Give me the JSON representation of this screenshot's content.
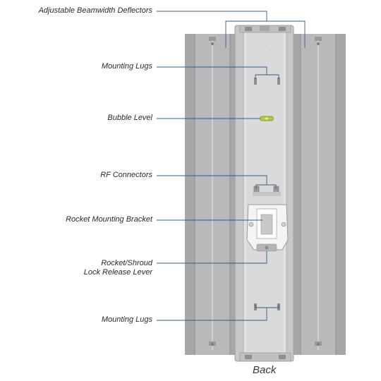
{
  "labels": {
    "deflectors": "Adjustable Beamwidth Deflectors",
    "mounting_lugs_top": "Mounting Lugs",
    "bubble_level": "Bubble Level",
    "rf_connectors": "RF Connectors",
    "rocket_bracket": "Rocket Mounting Bracket",
    "shroud_release_line1": "Rocket/Shroud",
    "shroud_release_line2": "Lock Release Lever",
    "mounting_lugs_bottom": "Mounting Lugs"
  },
  "caption": "Back",
  "colors": {
    "panel_dark": "#a9a9ab",
    "panel_mid": "#bdbdbf",
    "center_body": "#dcdcdc",
    "leader_line": "#2f5f8a",
    "bubble": "#b8c93a"
  }
}
